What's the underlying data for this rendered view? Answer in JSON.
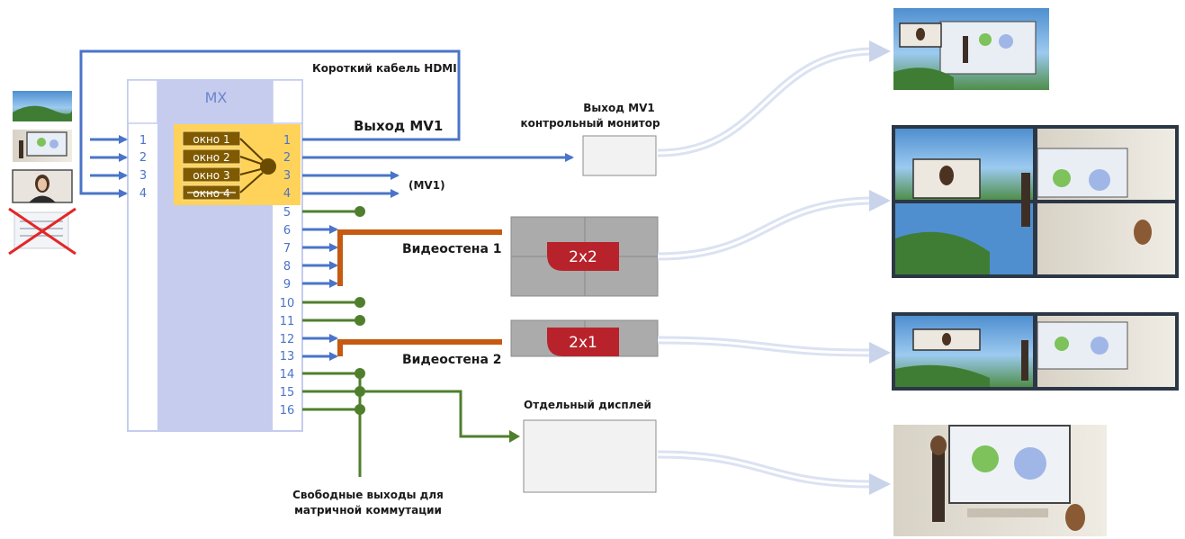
{
  "colors": {
    "blue": "#4a74c9",
    "green": "#4f7f2c",
    "orange": "#c55a11",
    "yellow": "#ffd35a",
    "window_fill": "#7f5a00",
    "mx_body": "#c5ccee",
    "red": "#b8232b",
    "gray_box": "#ababab"
  },
  "matrix": {
    "title": "MX",
    "input_numbers": [
      "1",
      "2",
      "3",
      "4"
    ],
    "output_numbers": [
      "1",
      "2",
      "3",
      "4",
      "5",
      "6",
      "7",
      "8",
      "9",
      "10",
      "11",
      "12",
      "13",
      "14",
      "15",
      "16"
    ],
    "windows": [
      "окно 1",
      "окно 2",
      "окно 3",
      "окно 4"
    ]
  },
  "labels": {
    "short_hdmi": "Короткий кабель HDMI",
    "mv1_out": "Выход MV1",
    "mv1_monitor_line1": "Выход MV1",
    "mv1_monitor_line2": "контрольный монитор",
    "mv1_paren": "(MV1)",
    "videowall1": "Видеостена 1",
    "videowall2": "Видеостена 2",
    "wall1_config": "2x2",
    "wall2_config": "2x1",
    "single_display": "Отдельный дисплей",
    "free_outputs_line1": "Свободные выходы для",
    "free_outputs_line2": "матричной коммутации"
  },
  "icons": {
    "input_sources": [
      "landscape-thumbnail-icon",
      "classroom-thumbnail-icon",
      "person-thumbnail-icon",
      "disabled-document-icon"
    ],
    "result_screens": [
      "multiview-result-icon",
      "videowall-2x2-result-icon",
      "videowall-2x1-result-icon",
      "single-display-result-icon"
    ]
  }
}
